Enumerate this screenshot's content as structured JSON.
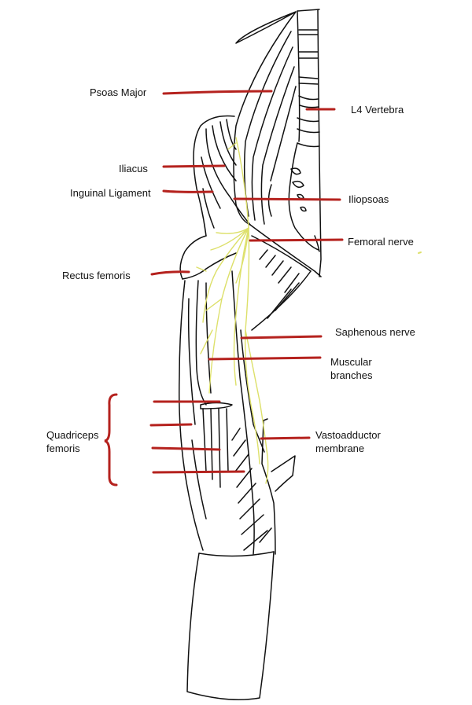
{
  "diagram": {
    "subject": "Femoral nerve anatomy - hip and thigh",
    "colors": {
      "leader_line": "#b5221e",
      "nerve": "#dde06a",
      "outline": "#111111",
      "background": "#ffffff"
    },
    "labels": [
      {
        "id": "psoas-major",
        "text": "Psoas Major"
      },
      {
        "id": "l4-vertebra",
        "text": "L4 Vertebra"
      },
      {
        "id": "iliacus",
        "text": "Iliacus"
      },
      {
        "id": "inguinal-ligament",
        "text": "Inguinal Ligament"
      },
      {
        "id": "iliopsoas",
        "text": "Iliopsoas"
      },
      {
        "id": "femoral-nerve",
        "text": "Femoral nerve"
      },
      {
        "id": "rectus-femoris",
        "text": "Rectus femoris"
      },
      {
        "id": "saphenous-nerve",
        "text": "Saphenous nerve"
      },
      {
        "id": "muscular-branches",
        "text": "Muscular\nbranches"
      },
      {
        "id": "quadriceps-femoris",
        "text": "Quadriceps\nfemoris"
      },
      {
        "id": "vastoadductor-membrane",
        "text": "Vastoadductor\nmembrane"
      }
    ]
  }
}
